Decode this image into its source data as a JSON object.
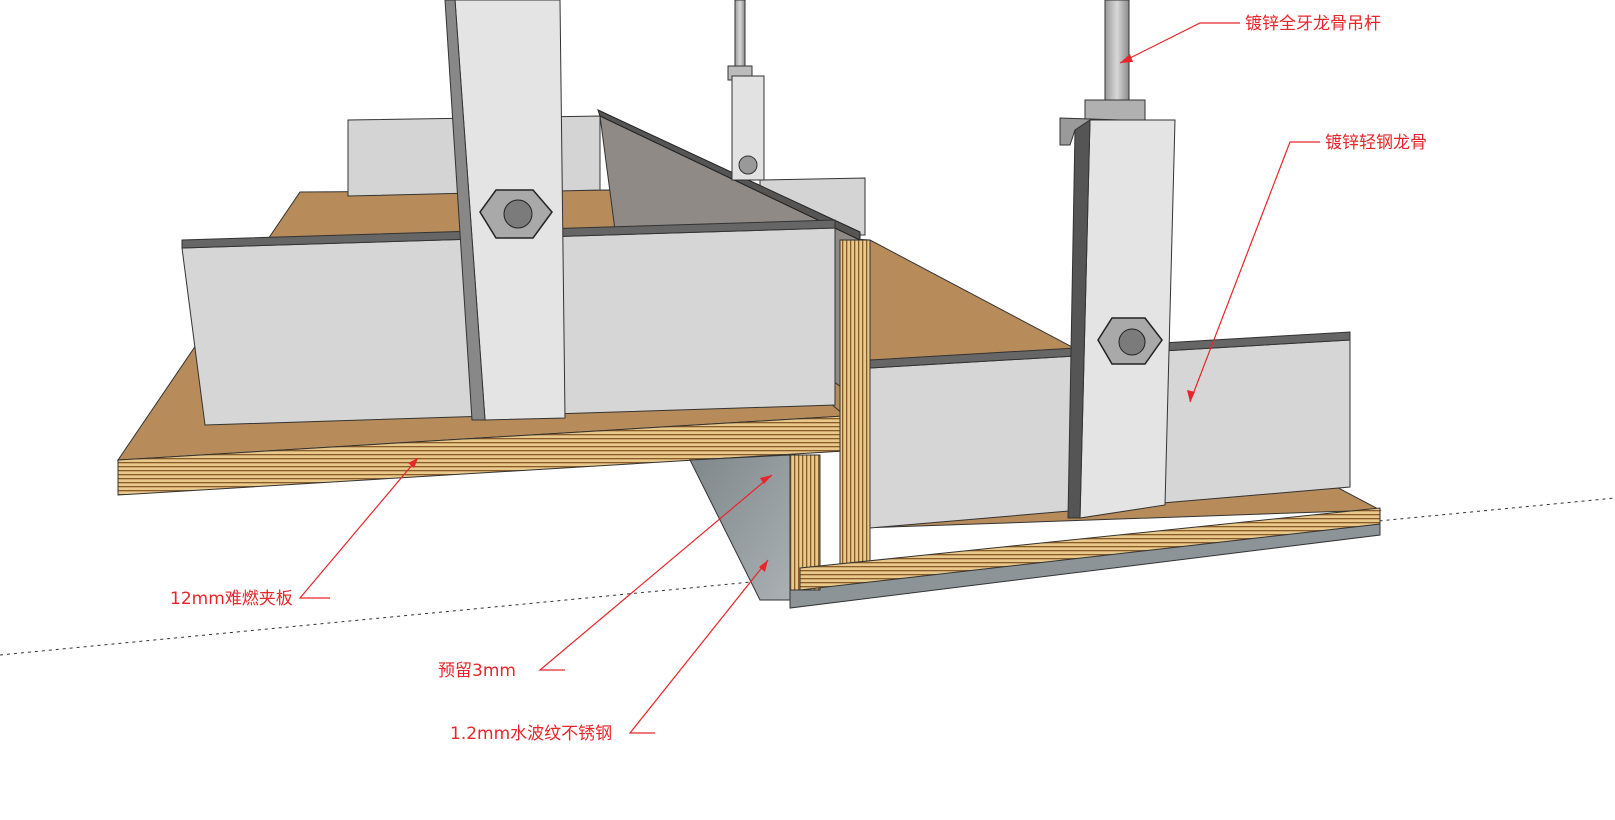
{
  "labels": {
    "hanger_rod": "镀锌全牙龙骨吊杆",
    "light_steel_keel": "镀锌轻钢龙骨",
    "plywood": "12mm难燃夹板",
    "reserved_gap": "预留3mm",
    "stainless_steel": "1.2mm水波纹不锈钢"
  },
  "colors": {
    "annotation": "#e8262a",
    "wood_top": "#b88c5a",
    "steel_face": "#d4d4d4",
    "steel_dark": "#8a8a8a",
    "stainless": "#9aa0a4"
  }
}
